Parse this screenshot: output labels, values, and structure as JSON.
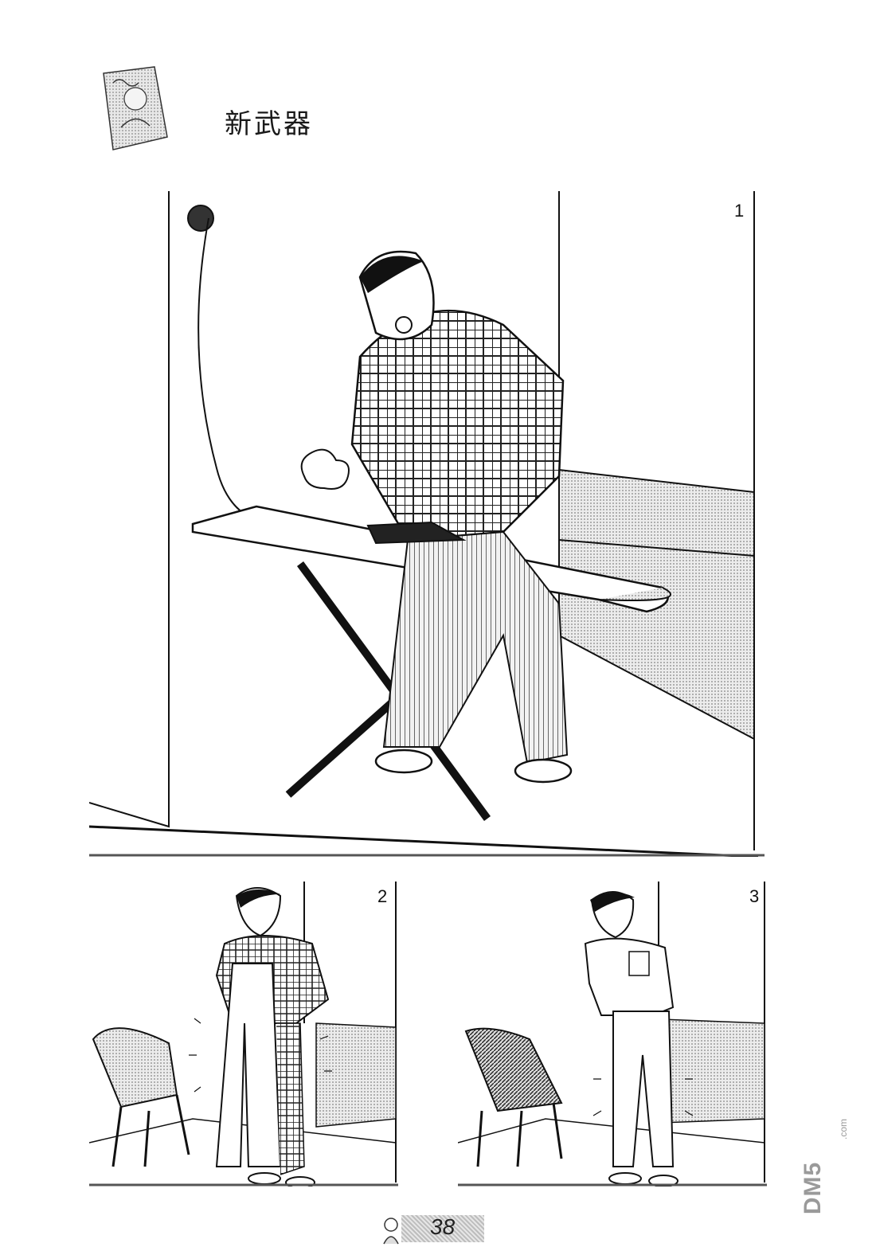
{
  "page": {
    "title": "新武器",
    "page_number": "38"
  },
  "panels": [
    {
      "id": "panel-1",
      "number": "1"
    },
    {
      "id": "panel-2",
      "number": "2"
    },
    {
      "id": "panel-3",
      "number": "3"
    }
  ],
  "watermark": {
    "text": "DM5",
    "domain": ".com"
  },
  "colors": {
    "ink": "#111111",
    "screentone": "#cfcfcf"
  }
}
